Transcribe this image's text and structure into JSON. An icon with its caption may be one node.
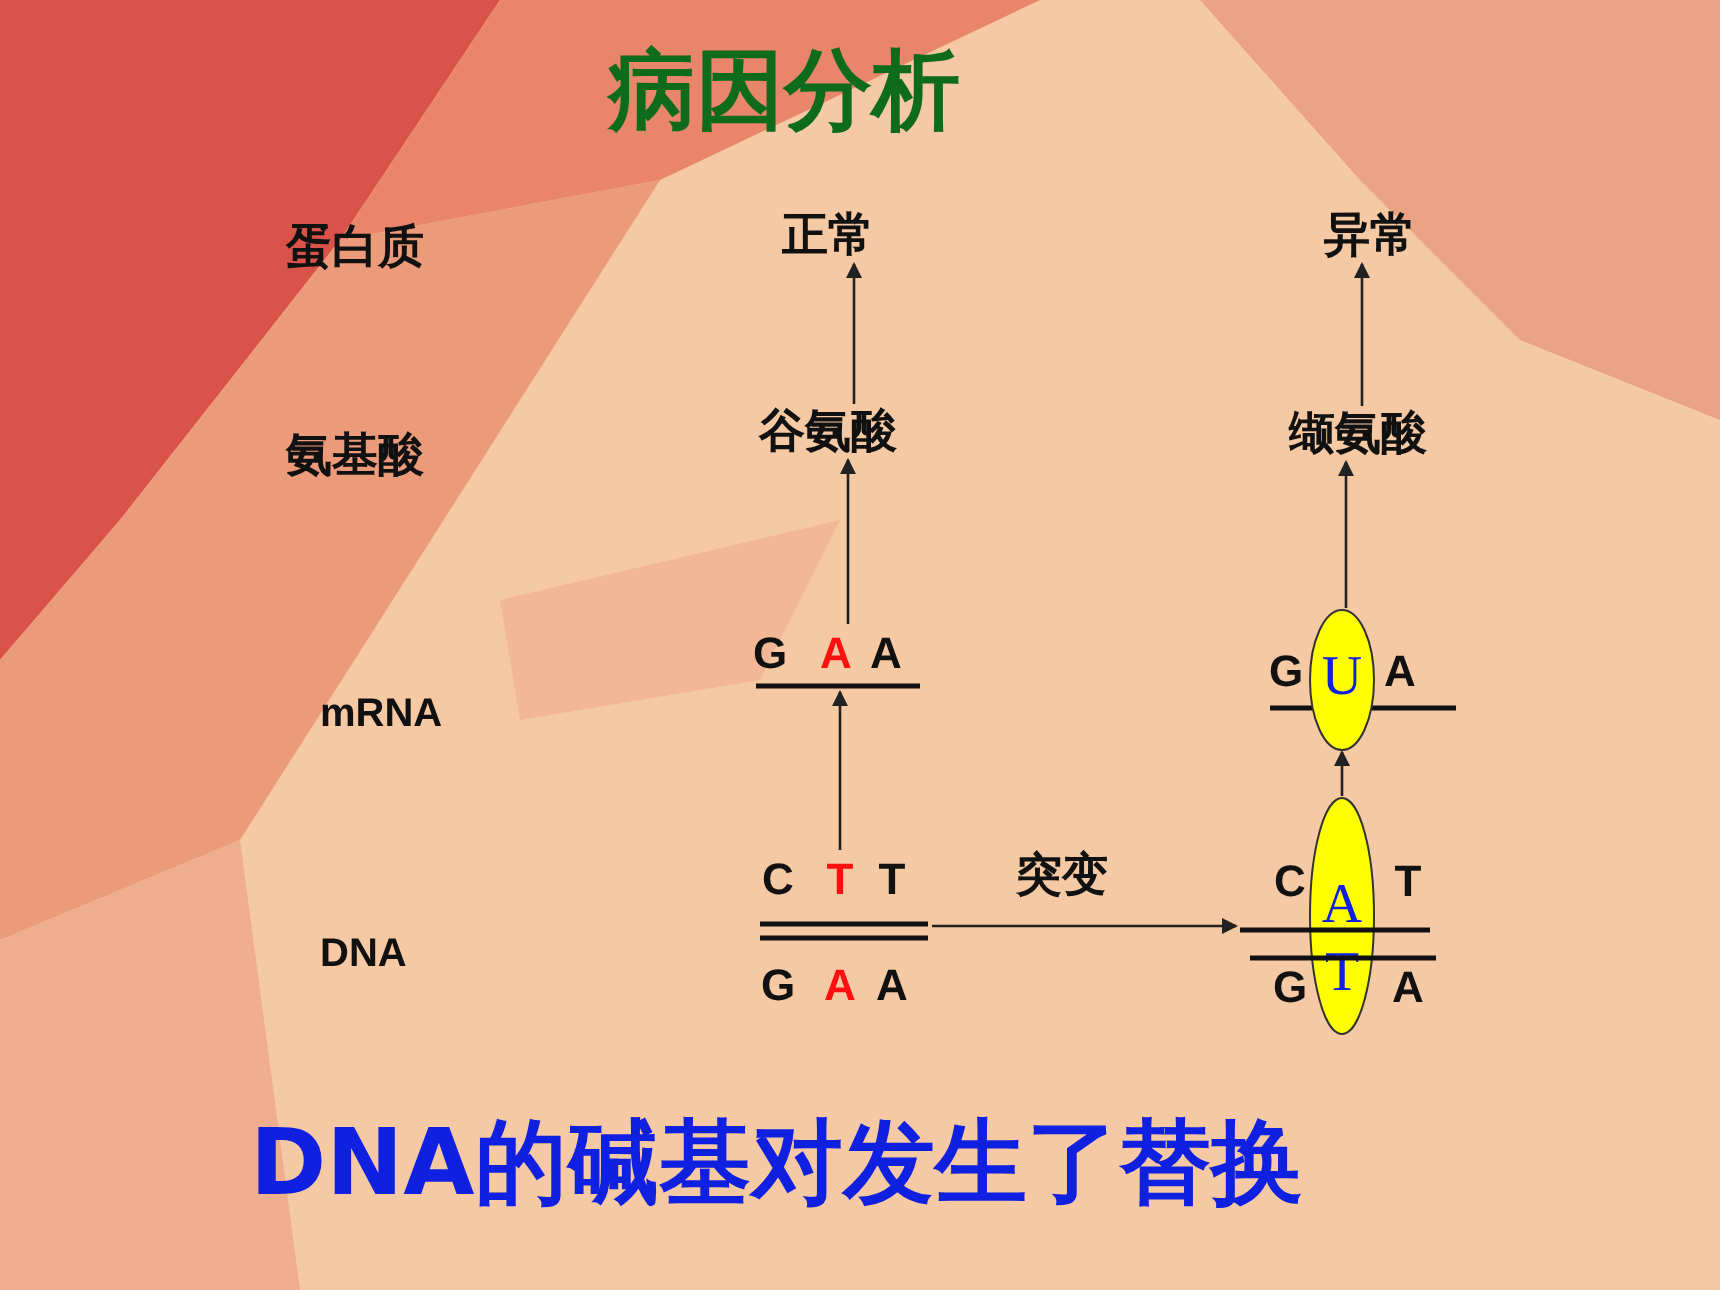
{
  "diagram": {
    "title": "病因分析",
    "caption": "DNA的碱基对发生了替换",
    "nodes": [
      {
        "text": [
          "正常"
        ]
      },
      {
        "text": [
          "谷氨酸"
        ]
      },
      {
        "text": [
          "G",
          "A",
          "A"
        ]
      },
      {
        "text": [
          "C",
          "T",
          "T",
          "G",
          "A",
          "A"
        ]
      },
      {
        "text": [
          "异常"
        ]
      },
      {
        "text": [
          "缬氨酸"
        ]
      },
      {
        "text": [
          "G",
          "A"
        ]
      },
      {
        "text": [
          "U"
        ]
      },
      {
        "text": [
          "C",
          "T",
          "G",
          "A"
        ]
      },
      {
        "text": [
          "A",
          "T"
        ]
      }
    ],
    "edges": [
      {
        "from": 1,
        "to": 0,
        "arrow": "to"
      },
      {
        "from": 2,
        "to": 1,
        "arrow": "to"
      },
      {
        "from": 3,
        "to": 2,
        "arrow": "to"
      },
      {
        "from": 3,
        "to": 8,
        "arrow": "to",
        "label": "突变"
      },
      {
        "from": 5,
        "to": 4,
        "arrow": "to"
      },
      {
        "from": 7,
        "to": 5,
        "arrow": "to"
      },
      {
        "from": 9,
        "to": 7,
        "arrow": "to"
      }
    ],
    "labels": [
      "蛋白质",
      "氨基酸",
      "mRNA",
      "DNA"
    ]
  }
}
